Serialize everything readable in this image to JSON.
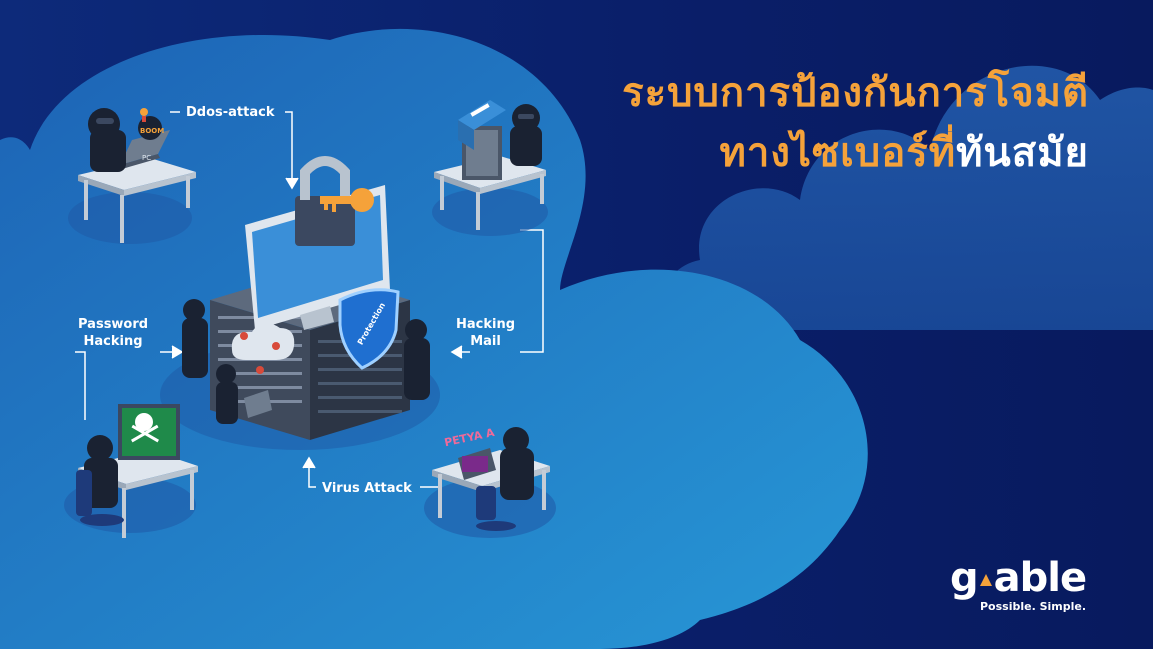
{
  "title": {
    "line1": "ระบบการป้องกันการโจมตี",
    "line2_orange": "ทางไซเบอร์ที่",
    "line2_white": "ทันสมัย"
  },
  "labels": {
    "ddos": "Ddos-attack",
    "password_line1": "Password",
    "password_line2": "Hacking",
    "hacking_mail_line1": "Hacking",
    "hacking_mail_line2": "Mail",
    "virus": "Virus Attack"
  },
  "illustration_text": {
    "boom": "BOOM",
    "pc": "PC",
    "protection": "Protection",
    "petya": "PETYA A"
  },
  "logo": {
    "g": "g",
    "rest": "able",
    "tagline": "Possible. Simple."
  },
  "colors": {
    "background": "#0a1f6a",
    "cloud": "#2a8fd0",
    "title_orange": "#f5a23a",
    "title_white": "#ffffff"
  }
}
